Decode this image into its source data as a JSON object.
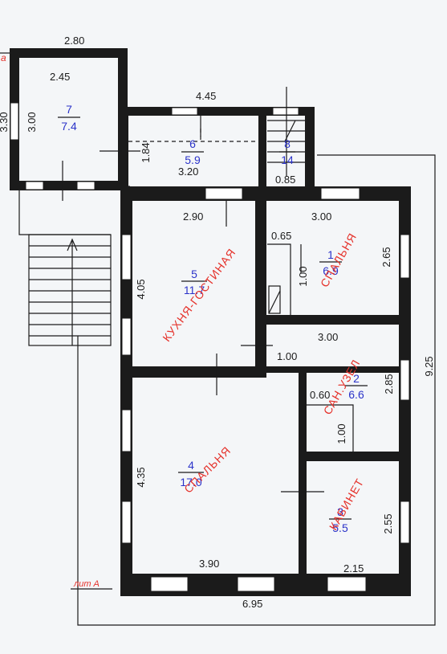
{
  "header": {
    "corner_letter": "а"
  },
  "plan": {
    "label_lit": "лит А",
    "dimensions": {
      "d_280": "2.80",
      "d_245": "2.45",
      "d_330": "3.30",
      "d_300": "3.00",
      "d_445": "4.45",
      "d_184": "1.84",
      "d_320": "3.20",
      "d_085": "0.85",
      "d_290": "2.90",
      "d_300b": "3.00",
      "d_065": "0.65",
      "d_265": "2.65",
      "d_405": "4.05",
      "d_100a": "1.00",
      "d_300c": "3.00",
      "d_100b": "1.00",
      "d_925": "9.25",
      "d_060": "0.60",
      "d_285": "2.85",
      "d_100c": "1.00",
      "d_435": "4.35",
      "d_255": "2.55",
      "d_390": "3.90",
      "d_215": "2.15",
      "d_695": "6.95"
    },
    "rooms": [
      {
        "number": "7",
        "area": "7.4"
      },
      {
        "number": "6",
        "area": "5.9"
      },
      {
        "number": "8",
        "area": "14"
      },
      {
        "number": "5",
        "area": "11.7",
        "name": "КУХНЯ-ГОСТИНАЯ"
      },
      {
        "number": "1",
        "area": "6.9",
        "name": "СПАЛЬНЯ"
      },
      {
        "number": "2",
        "area": "6.6",
        "name": "САН.УЗЕЛ"
      },
      {
        "number": "4",
        "area": "17.0",
        "name": "СПАЛЬНЯ"
      },
      {
        "number": "3",
        "area": "5.5",
        "name": "КАБИНЕТ"
      }
    ]
  }
}
